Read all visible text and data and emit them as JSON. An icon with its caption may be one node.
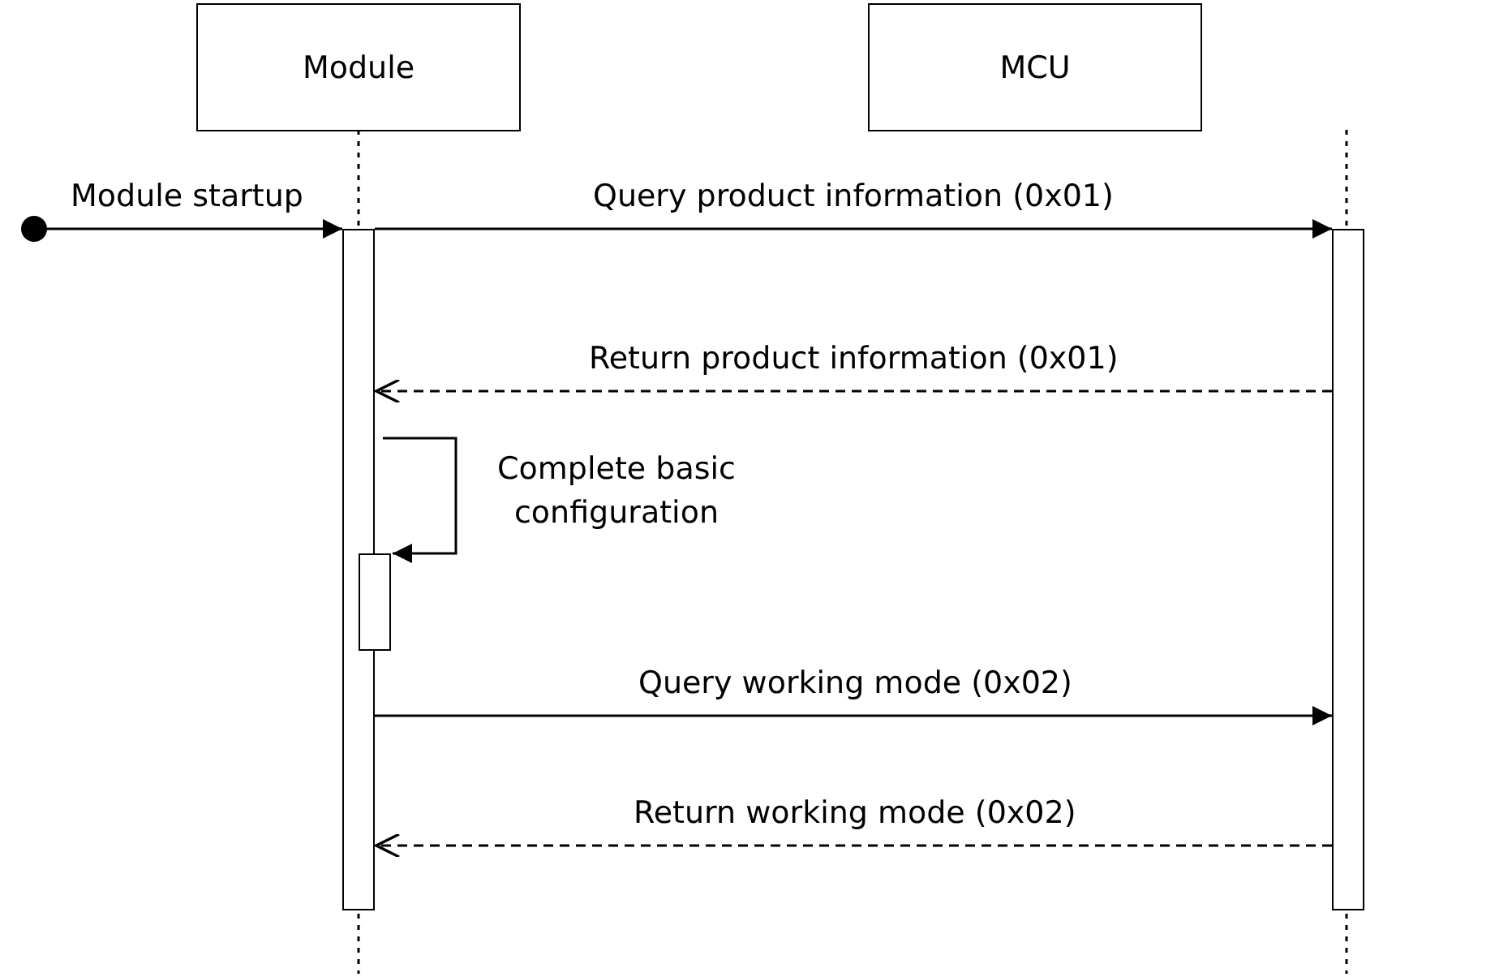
{
  "diagram": {
    "nodes": [
      {
        "text": [
          "Module"
        ]
      },
      {
        "text": [
          "MCU"
        ]
      },
      {
        "text": [],
        "shape": "circle"
      },
      {
        "text": [],
        "shape": "bar"
      },
      {
        "text": [],
        "shape": "bar"
      },
      {
        "text": [],
        "shape": "bar"
      }
    ],
    "edges": [
      {
        "from": 2,
        "to": 3,
        "arrow": "to",
        "label": "Module startup"
      },
      {
        "from": 3,
        "to": 4,
        "arrow": "to",
        "label": "Query product information (0x01)"
      },
      {
        "from": 4,
        "to": 3,
        "arrow": "to",
        "label": "Return product information (0x01)",
        "style": "dashed"
      },
      {
        "from": 3,
        "to": 5,
        "arrow": "to",
        "label": "Complete basic configuration"
      },
      {
        "from": 3,
        "to": 4,
        "arrow": "to",
        "label": "Query working mode (0x02)"
      },
      {
        "from": 4,
        "to": 3,
        "arrow": "to",
        "label": "Return working mode (0x02)",
        "style": "dashed"
      }
    ]
  }
}
